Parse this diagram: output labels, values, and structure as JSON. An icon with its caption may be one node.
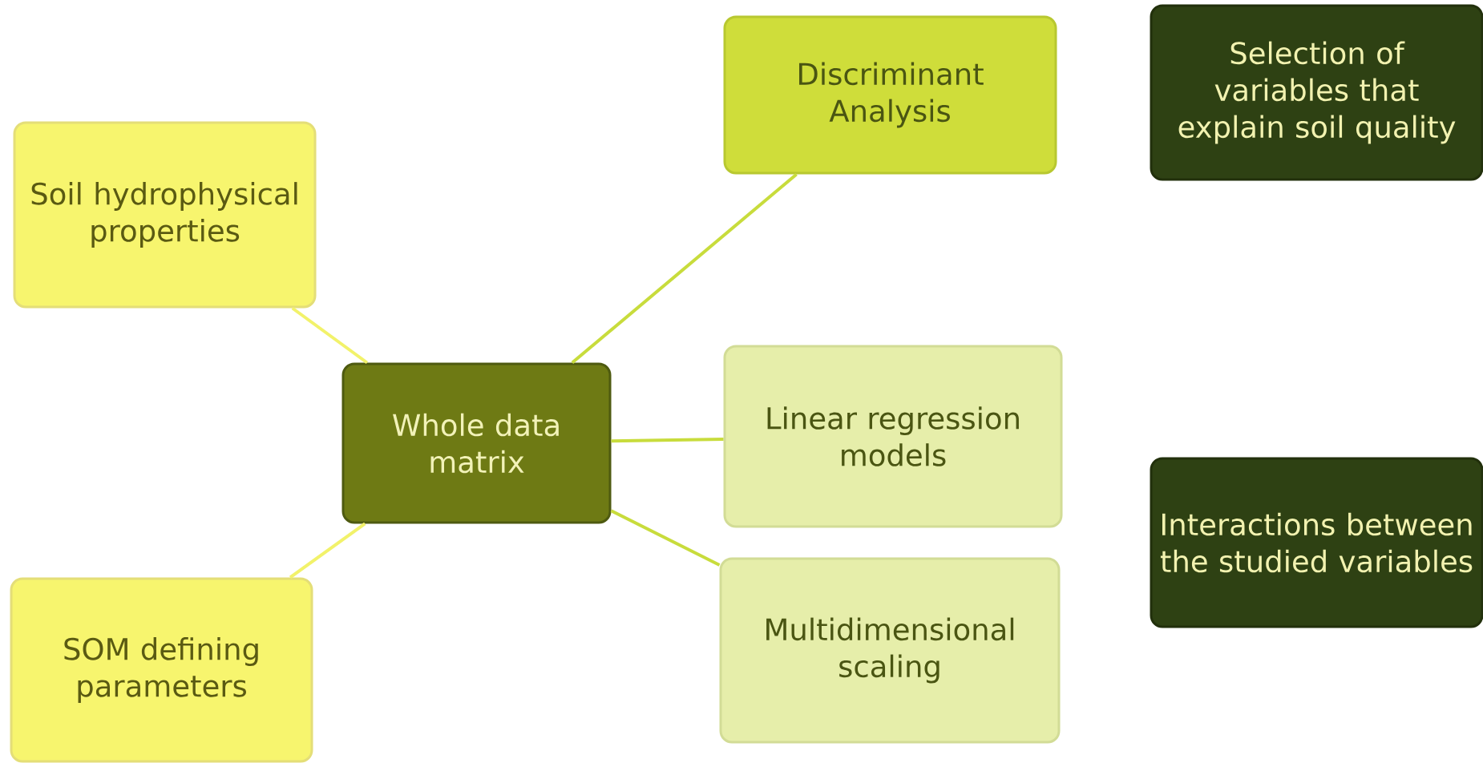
{
  "diagram": {
    "nodes": [
      {
        "text": [
          "Soil hydrophysical properties"
        ]
      },
      {
        "text": [
          "SOM defining parameters"
        ]
      },
      {
        "text": [
          "Whole data matrix"
        ]
      },
      {
        "text": [
          "Discriminant Analysis"
        ]
      },
      {
        "text": [
          "Linear regression models"
        ]
      },
      {
        "text": [
          "Multidimensional scaling"
        ]
      },
      {
        "text": [
          "Selection of variables that explain soil quality"
        ]
      },
      {
        "text": [
          "Interactions between the studied variables"
        ]
      }
    ],
    "edges": [
      {
        "from": 0,
        "to": 2,
        "arrow": "none",
        "color": "#f2f26a"
      },
      {
        "from": 1,
        "to": 2,
        "arrow": "none",
        "color": "#f2f26a"
      },
      {
        "from": 2,
        "to": 3,
        "arrow": "none"
      },
      {
        "from": 2,
        "to": 4,
        "arrow": "none"
      },
      {
        "from": 2,
        "to": 5,
        "arrow": "none"
      }
    ]
  }
}
